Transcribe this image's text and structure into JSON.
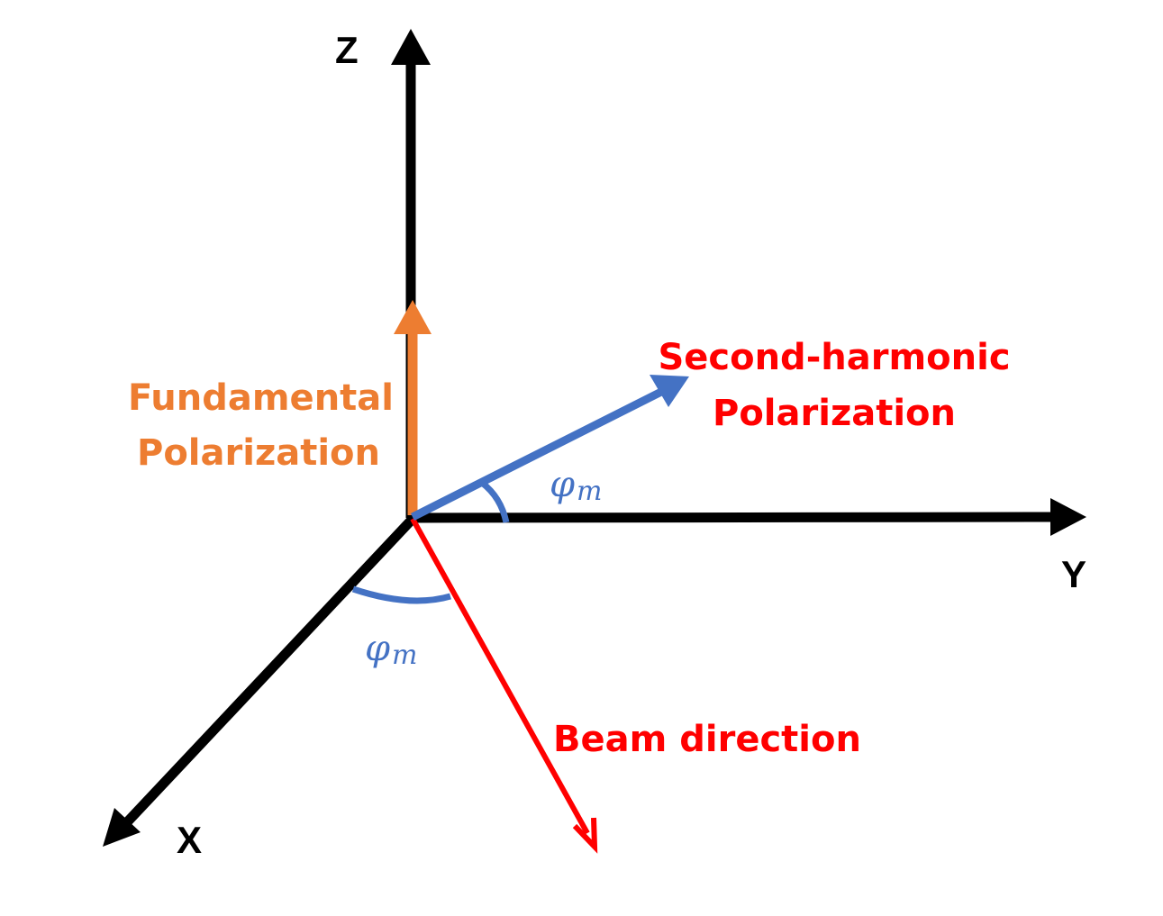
{
  "axes": {
    "z_label": "Z",
    "y_label": "Y",
    "x_label": "X"
  },
  "labels": {
    "fundamental_line1": "Fundamental",
    "fundamental_line2": "Polarization",
    "second_harmonic_line1": "Second-harmonic",
    "second_harmonic_line2": "Polarization",
    "beam_direction": "Beam direction",
    "angle_symbol": "φ",
    "angle_subscript": "m"
  },
  "colors": {
    "axes": "#000000",
    "fundamental": "#ED7D31",
    "second_harmonic_vector": "#4472C4",
    "second_harmonic_text": "#FF0000",
    "beam": "#FF0000",
    "angle": "#4472C4"
  }
}
